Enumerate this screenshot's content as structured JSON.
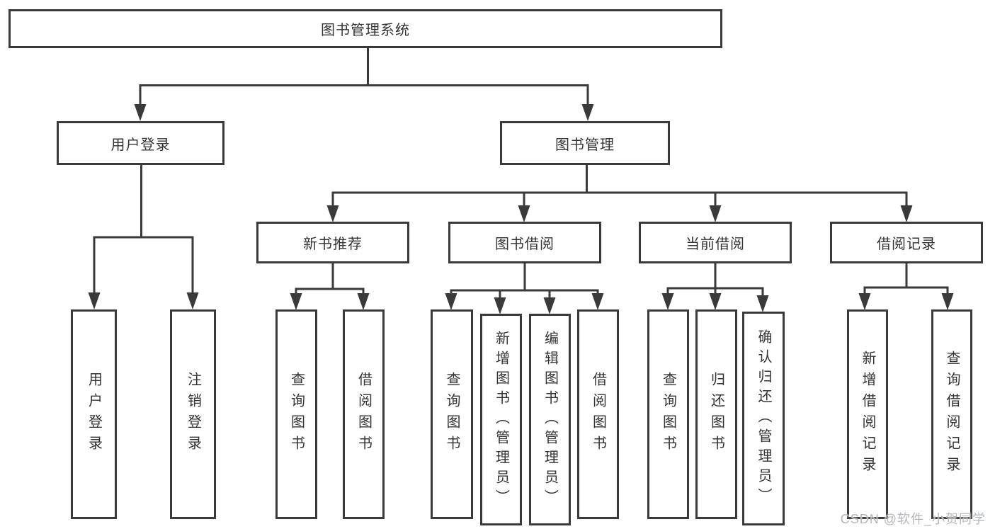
{
  "diagram": {
    "type": "tree",
    "root": {
      "label": "图书管理系统"
    },
    "level2": [
      {
        "label": "用户登录"
      },
      {
        "label": "图书管理"
      }
    ],
    "level3": [
      {
        "label": "新书推荐",
        "parent": "图书管理"
      },
      {
        "label": "图书借阅",
        "parent": "图书管理"
      },
      {
        "label": "当前借阅",
        "parent": "图书管理"
      },
      {
        "label": "借阅记录",
        "parent": "图书管理"
      }
    ],
    "leaves": [
      {
        "label": "用户登录",
        "parent": "用户登录"
      },
      {
        "label": "注销登录",
        "parent": "用户登录"
      },
      {
        "label": "查询图书",
        "parent": "新书推荐"
      },
      {
        "label": "借阅图书",
        "parent": "新书推荐"
      },
      {
        "label": "查询图书",
        "parent": "图书借阅"
      },
      {
        "label": "新增图书（管理员）",
        "parent": "图书借阅"
      },
      {
        "label": "编辑图书（管理员）",
        "parent": "图书借阅"
      },
      {
        "label": "借阅图书",
        "parent": "图书借阅"
      },
      {
        "label": "查询图书",
        "parent": "当前借阅"
      },
      {
        "label": "归还图书",
        "parent": "当前借阅"
      },
      {
        "label": "确认归还（管理员）",
        "parent": "当前借阅"
      },
      {
        "label": "新增借阅记录",
        "parent": "借阅记录"
      },
      {
        "label": "查询借阅记录",
        "parent": "借阅记录"
      }
    ],
    "watermark": "CSDN @软件_小贺同学",
    "colors": {
      "line": "#3a3a3a",
      "text": "#333333",
      "background": "#ffffff",
      "watermark": "#b3b7bd"
    }
  }
}
